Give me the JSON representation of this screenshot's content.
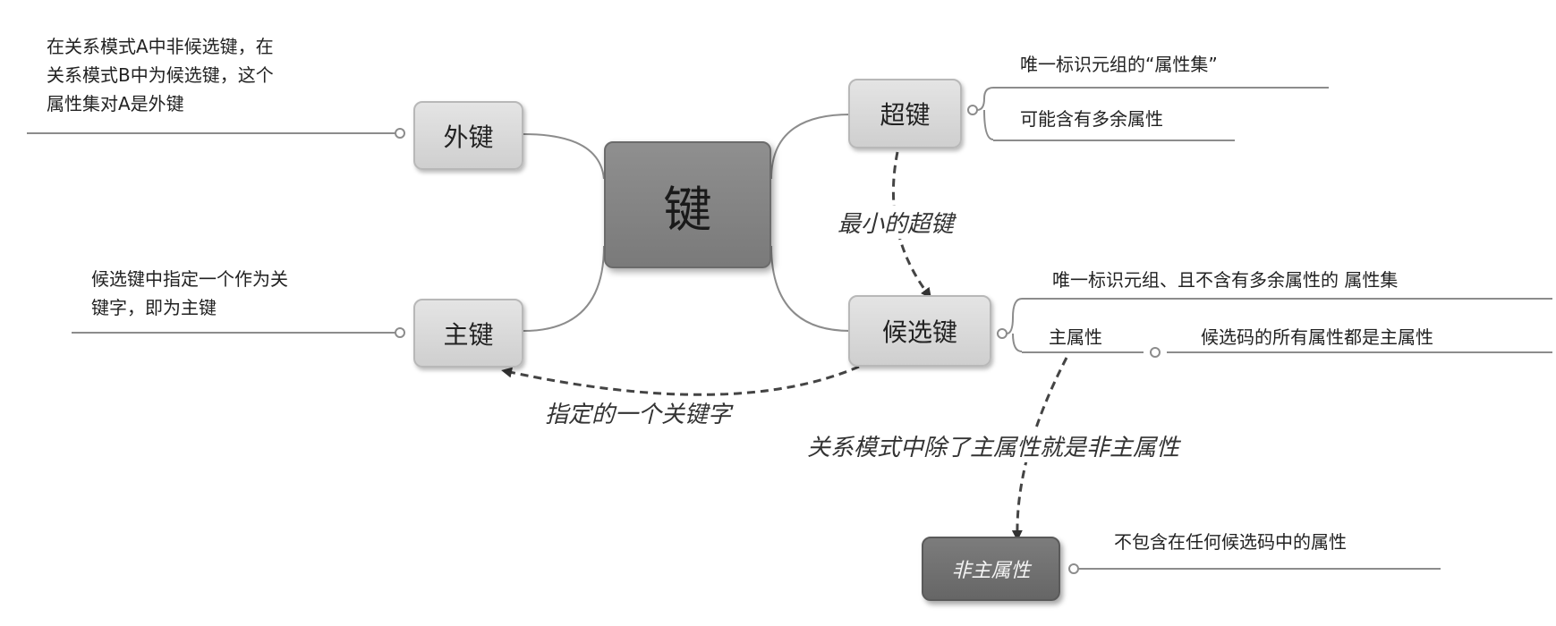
{
  "nodes": {
    "root": "键",
    "foreign_key": "外键",
    "primary_key": "主键",
    "super_key": "超键",
    "candidate_key": "候选键",
    "primary_attribute": "主属性",
    "non_primary_attribute": "非主属性"
  },
  "notes": {
    "foreign_key_def": [
      "在关系模式A中非候选键，在",
      "关系模式B中为候选键，这个",
      "属性集对A是外键"
    ],
    "primary_key_def": [
      "候选键中指定一个作为关",
      "键字，即为主键"
    ],
    "super_key_def1": "唯一标识元组的“属性集”",
    "super_key_def2": "可能含有多余属性",
    "candidate_key_def": "唯一标识元组、且不含有多余属性的 属性集",
    "primary_attribute_def": "候选码的所有属性都是主属性",
    "non_primary_attribute_def": "不包含在任何候选码中的属性"
  },
  "relations": {
    "minimal_super_key": "最小的超键",
    "designated_key": "指定的一个关键字",
    "non_primary_rule": "关系模式中除了主属性就是非主属性"
  },
  "colors": {
    "line": "#8c8c8c",
    "dashed": "#444444",
    "underline": "#777777"
  }
}
